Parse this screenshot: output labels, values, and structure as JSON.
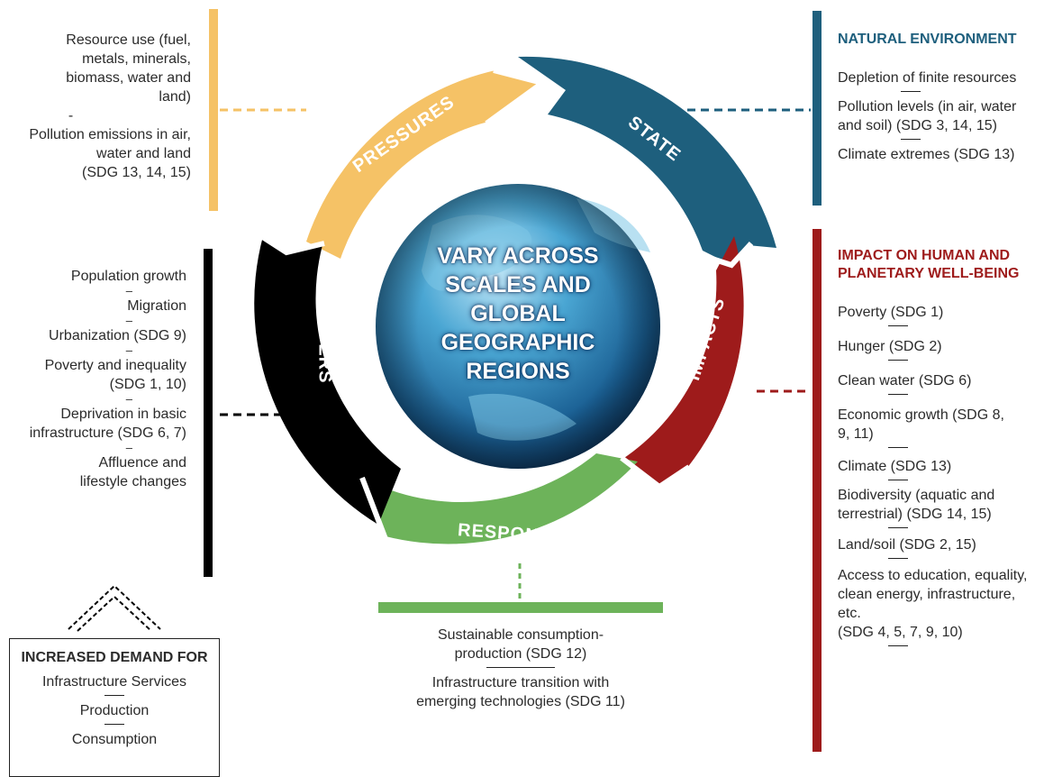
{
  "colors": {
    "pressures": "#f5c266",
    "state": "#1e5f7d",
    "impacts": "#9e1b1b",
    "response": "#6db35a",
    "drivers": "#000000",
    "natural_title": "#1e5f7d",
    "impact_title": "#9e1b1b"
  },
  "cycle": {
    "pressures": "PRESSURES",
    "state": "STATE",
    "impacts": "IMPACTS",
    "response": "RESPONSE",
    "drivers": "DRIVERS"
  },
  "globe": {
    "line1": "VARY ACROSS",
    "line2": "SCALES AND",
    "line3": "GLOBAL",
    "line4": "GEOGRAPHIC",
    "line5": "REGIONS"
  },
  "pressures_list": {
    "item1_l1": "Resource use (fuel,",
    "item1_l2": "metals, minerals,",
    "item1_l3": "biomass, water and",
    "item1_l4": "land)",
    "sep": "-",
    "item2_l1": "Pollution emissions in air,",
    "item2_l2": "water and land",
    "item2_l3": "(SDG 13, 14, 15)"
  },
  "drivers_list": {
    "item1": "Population growth",
    "item2": "Migration",
    "item3": "Urbanization (SDG 9)",
    "item4_l1": "Poverty and inequality",
    "item4_l2": "(SDG 1, 10)",
    "item5_l1": "Deprivation in basic",
    "item5_l2": "infrastructure (SDG 6, 7)",
    "item6_l1": "Affluence and",
    "item6_l2": "lifestyle changes",
    "sep": "–"
  },
  "demand_box": {
    "title": "INCREASED DEMAND FOR",
    "item1": "Infrastructure Services",
    "item2": "Production",
    "item3": "Consumption"
  },
  "natural_env": {
    "title": "NATURAL ENVIRONMENT",
    "item1": "Depletion of finite resources",
    "item2_l1": "Pollution levels (in air, water",
    "item2_l2": "and soil) (SDG 3, 14, 15)",
    "item3": "Climate extremes (SDG 13)"
  },
  "impact_wellbeing": {
    "title_l1": "IMPACT ON HUMAN AND",
    "title_l2": "PLANETARY WELL-BEING",
    "item1": "Poverty (SDG 1)",
    "item2": "Hunger (SDG 2)",
    "item3": "Clean water (SDG 6)",
    "item4_l1": "Economic growth (SDG 8,",
    "item4_l2": "9, 11)",
    "item5": "Climate (SDG 13)",
    "item6_l1": "Biodiversity (aquatic and",
    "item6_l2": "terrestrial) (SDG 14, 15)",
    "item7": "Land/soil (SDG 2, 15)",
    "item8_l1": "Access to education, equality,",
    "item8_l2": "clean energy, infrastructure,",
    "item8_l3": "etc.",
    "item8_l4": "(SDG 4, 5, 7, 9, 10)"
  },
  "response_list": {
    "item1_l1": "Sustainable consumption-",
    "item1_l2": "production (SDG 12)",
    "item2_l1": "Infrastructure transition with",
    "item2_l2": "emerging technologies (SDG 11)"
  }
}
